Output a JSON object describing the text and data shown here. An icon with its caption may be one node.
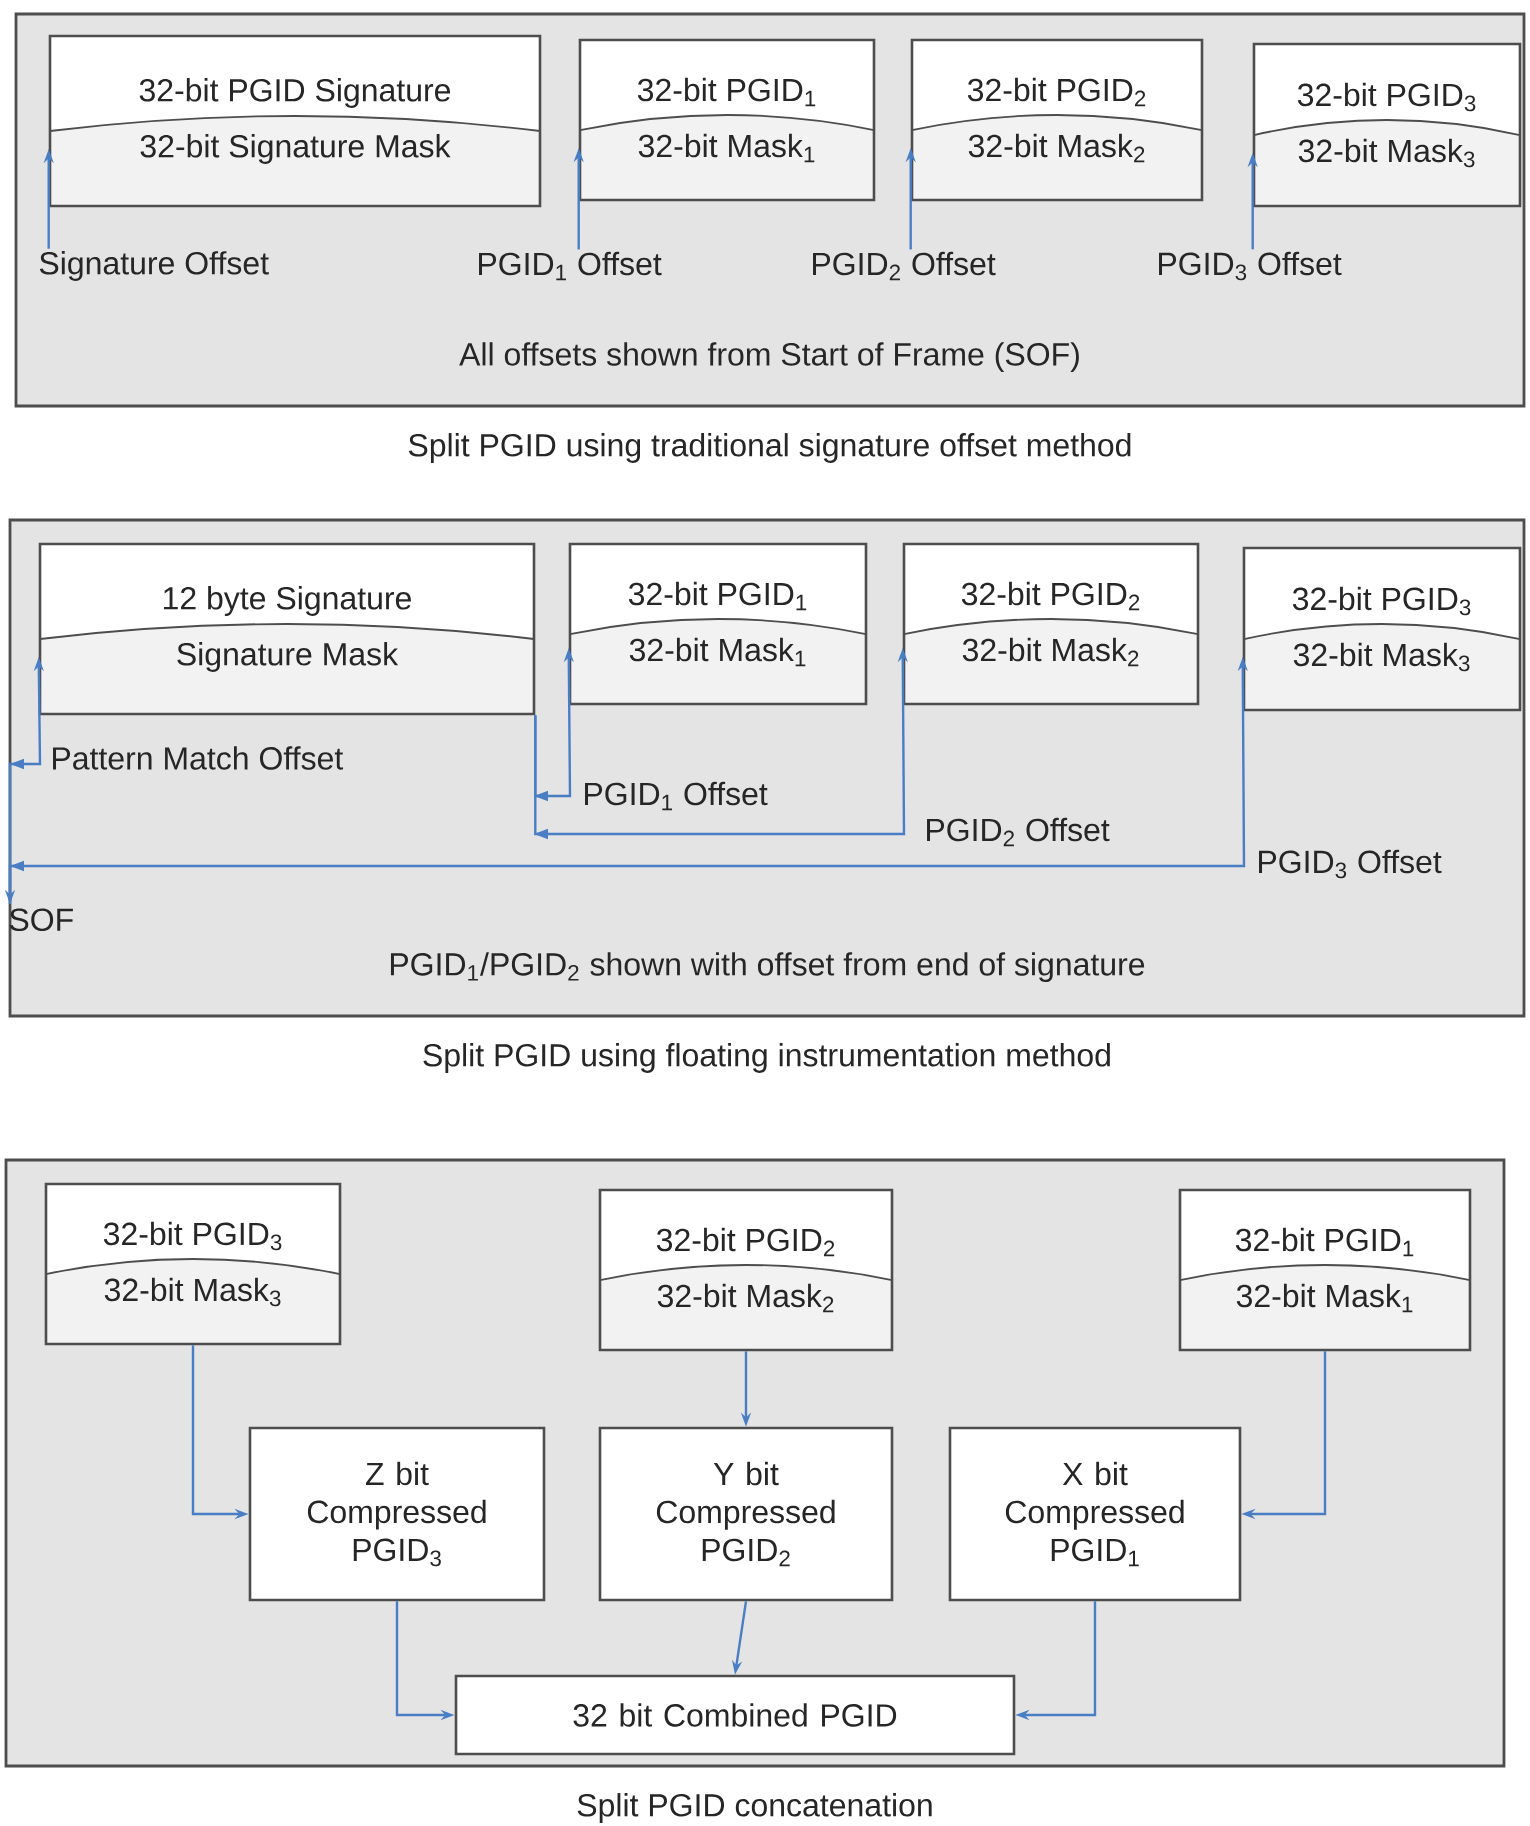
{
  "diagram": {
    "nodes": [
      {
        "text": [
          "All offsets shown from Start of Frame (SOF)"
        ],
        "beside": [
          "Split PGID using traditional signature offset method"
        ]
      },
      {
        "text": [
          "32-bit PGID Signature",
          "32-bit Signature Mask"
        ],
        "in": 0
      },
      {
        "text": [
          "32-bit PGID$_{1}$",
          "32-bit Mask$_{1}$"
        ],
        "in": 0
      },
      {
        "text": [
          "32-bit PGID$_{2}$",
          "32-bit Mask$_{2}$"
        ],
        "in": 0
      },
      {
        "text": [
          "32-bit PGID$_{3}$",
          "32-bit Mask$_{3}$"
        ],
        "in": 0
      },
      {
        "text": [
          "Signature Offset"
        ],
        "in": 0
      },
      {
        "text": [
          "PGID$_{1}$ Offset"
        ],
        "in": 0
      },
      {
        "text": [
          "PGID$_{2}$ Offset"
        ],
        "in": 0
      },
      {
        "text": [
          "PGID$_{3}$ Offset"
        ],
        "in": 0
      },
      {
        "text": [
          "PGID$_{1}$/PGID$_{2}$ shown with offset from end of signature"
        ],
        "beside": [
          "Split PGID using floating instrumentation method"
        ]
      },
      {
        "text": [
          "12 byte Signature",
          "Signature Mask"
        ],
        "in": 9
      },
      {
        "text": [
          "32-bit PGID$_{1}$",
          "32-bit Mask$_{1}$"
        ],
        "in": 9
      },
      {
        "text": [
          "32-bit PGID$_{2}$",
          "32-bit Mask$_{2}$"
        ],
        "in": 9
      },
      {
        "text": [
          "32-bit PGID$_{3}$",
          "32-bit Mask$_{3}$"
        ],
        "in": 9
      },
      {
        "text": [
          "SOF"
        ],
        "in": 9
      },
      {
        "text": [],
        "shape": "box",
        "beside": [
          "Split PGID concatenation"
        ]
      },
      {
        "text": [
          "32-bit PGID$_{3}$",
          "32-bit Mask$_{3}$"
        ],
        "in": 15
      },
      {
        "text": [
          "32-bit PGID$_{2}$",
          "32-bit Mask$_{2}$"
        ],
        "in": 15
      },
      {
        "text": [
          "32-bit PGID$_{1}$",
          "32-bit Mask$_{1}$"
        ],
        "in": 15
      },
      {
        "text": [
          "Z bit Compressed PGID$_{3}$"
        ],
        "in": 15
      },
      {
        "text": [
          "Y bit Compressed PGID$_{2}$"
        ],
        "in": 15
      },
      {
        "text": [
          "X bit Compressed PGID$_{1}$"
        ],
        "in": 15
      },
      {
        "text": [
          "32 bit Combined PGID"
        ],
        "in": 15
      }
    ],
    "edges": [
      {
        "from": 5,
        "to": 1,
        "arrow": "to"
      },
      {
        "from": 6,
        "to": 2,
        "arrow": "to"
      },
      {
        "from": 7,
        "to": 3,
        "arrow": "to"
      },
      {
        "from": 8,
        "to": 4,
        "arrow": "to"
      },
      {
        "from": 14,
        "to": 10,
        "arrow": "to",
        "label": "Pattern Match Offset"
      },
      {
        "from": 10,
        "to": 11,
        "arrow": "to",
        "label": "PGID$_{1}$ Offset"
      },
      {
        "from": 10,
        "to": 12,
        "arrow": "to",
        "label": "PGID$_{2}$ Offset"
      },
      {
        "from": 14,
        "to": 13,
        "arrow": "both",
        "label": "PGID$_{3}$ Offset"
      },
      {
        "from": 16,
        "to": 19,
        "arrow": "to"
      },
      {
        "from": 17,
        "to": 20,
        "arrow": "to"
      },
      {
        "from": 18,
        "to": 21,
        "arrow": "to"
      },
      {
        "from": 19,
        "to": 22,
        "arrow": "to"
      },
      {
        "from": 20,
        "to": 22,
        "arrow": "to"
      },
      {
        "from": 21,
        "to": 22,
        "arrow": "to"
      }
    ]
  }
}
